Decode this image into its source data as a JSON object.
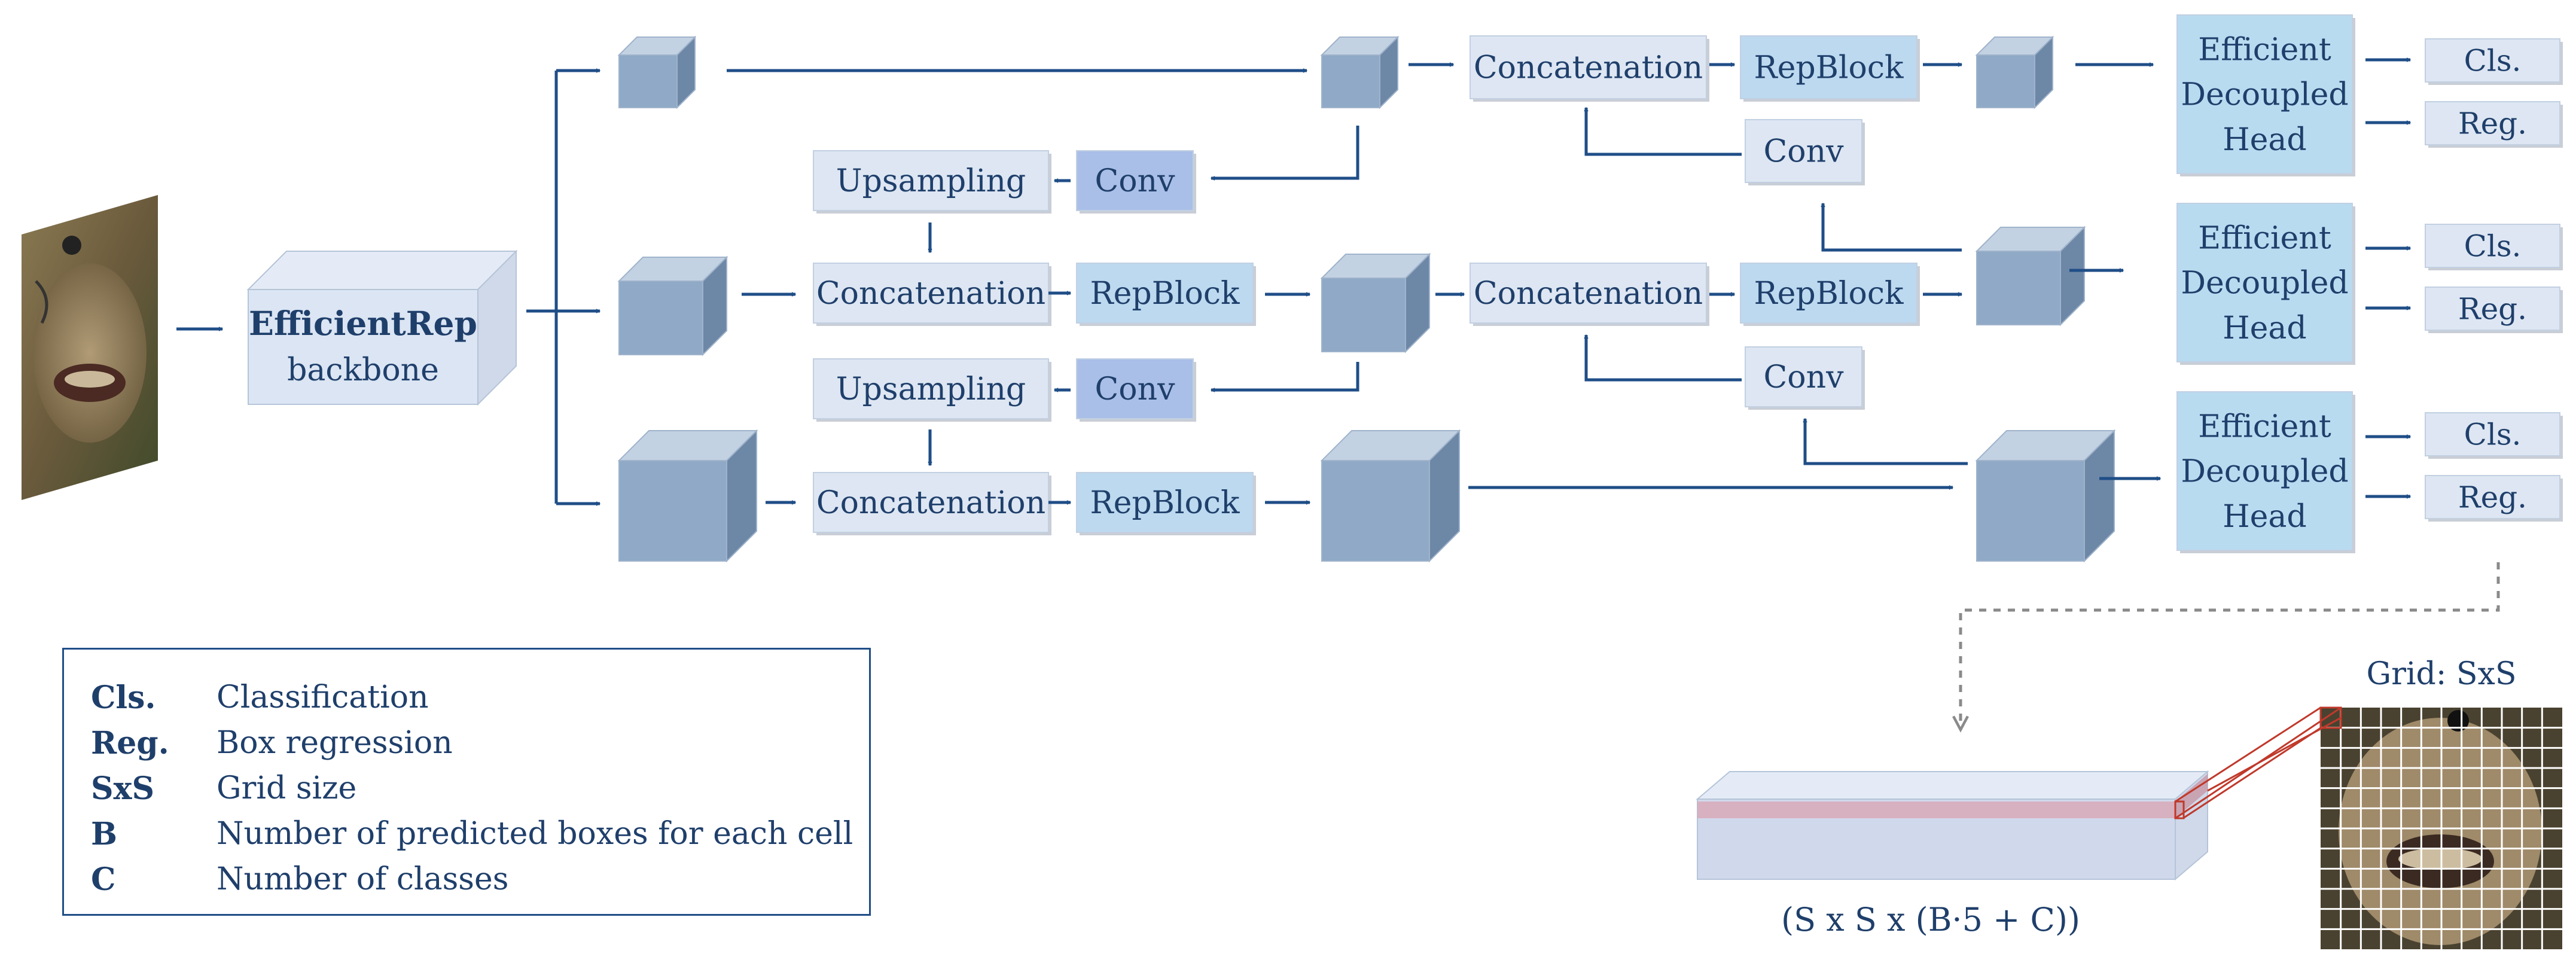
{
  "colors": {
    "line": "#1f4e87",
    "cube_front": "#8fa9c6",
    "cube_top": "#c3d2e3",
    "cube_side": "#6d87a6",
    "box_light": "#dde6f2",
    "box_rep": "#bcd9ef",
    "box_conv": "#a9bfe8",
    "box_head": "#b9dbf0",
    "tensor_front": "#d0d9ec",
    "tensor_stripe": "#d9a9b8",
    "grid_outline": "#c0392b"
  },
  "backbone": {
    "title": "EfficientRep",
    "subtitle": "backbone"
  },
  "labels": {
    "concatenation": "Concatenation",
    "repblock": "RepBlock",
    "upsampling": "Upsampling",
    "conv": "Conv",
    "head_line1": "Efficient",
    "head_line2": "Decoupled",
    "head_line3": "Head",
    "cls": "Cls.",
    "reg": "Reg."
  },
  "grid": {
    "title": "Grid: SxS",
    "cells": 12
  },
  "tensor_formula": "(S x S x (B·5 + C))",
  "input_image": {
    "icon": "face-crop-image"
  },
  "legend": {
    "items": [
      {
        "key": "Cls.",
        "desc": "Classification"
      },
      {
        "key": "Reg.",
        "desc": "Box regression"
      },
      {
        "key": "SxS",
        "desc": "Grid size"
      },
      {
        "key": "B",
        "desc": "Number of predicted boxes for each cell"
      },
      {
        "key": "C",
        "desc": "Number of classes"
      }
    ]
  }
}
